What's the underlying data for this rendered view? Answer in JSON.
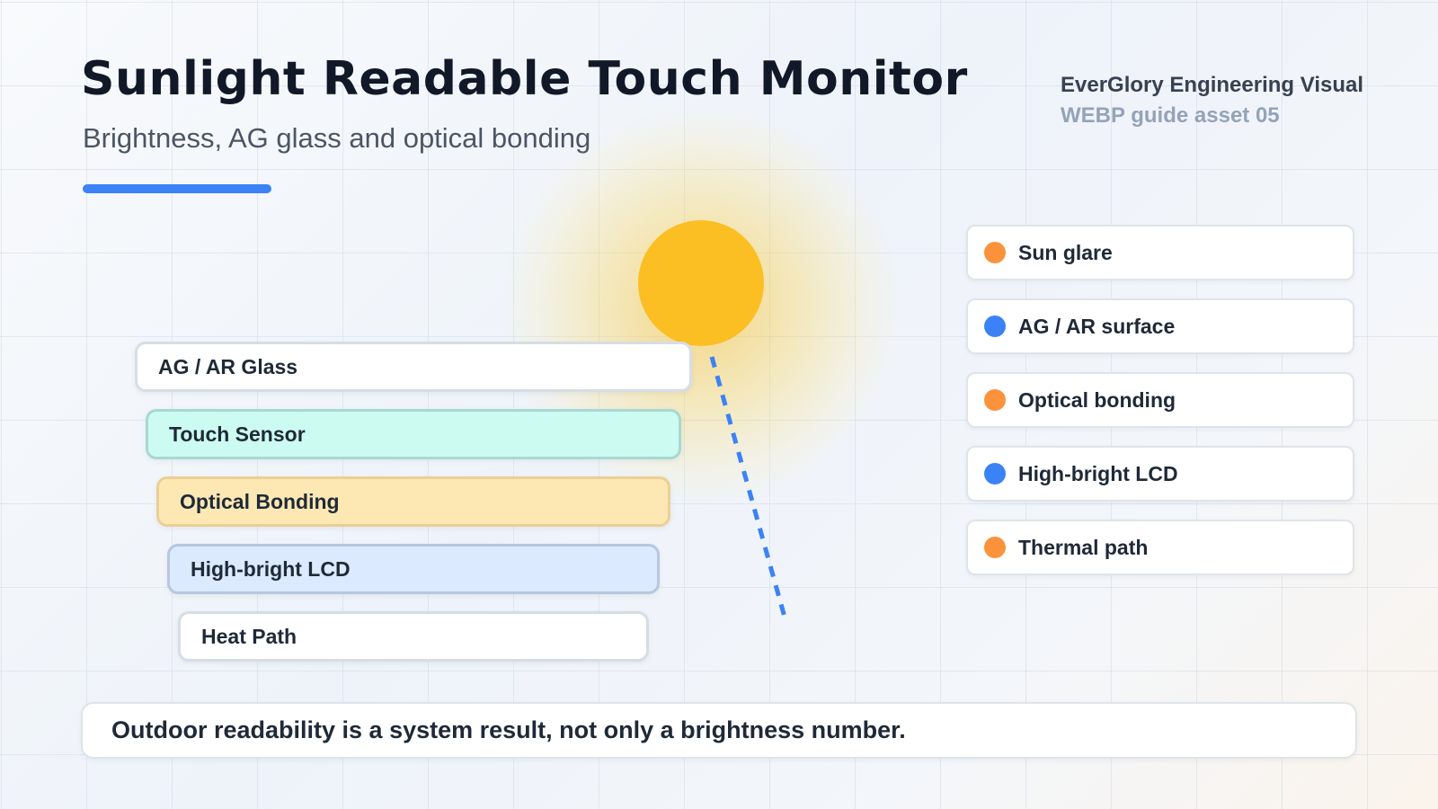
{
  "header": {
    "title": "Sunlight Readable Touch Monitor",
    "subtitle": "Brightness, AG glass and optical bonding"
  },
  "brand": {
    "line1": "EverGlory Engineering Visual",
    "line2": "WEBP guide asset 05"
  },
  "colors": {
    "accent": "#3b82f6",
    "sun": "#fbbf24",
    "orange_dot": "#fb923c",
    "blue_dot": "#3b82f6"
  },
  "layers": [
    {
      "label": "AG / AR Glass"
    },
    {
      "label": "Touch Sensor"
    },
    {
      "label": "Optical Bonding"
    },
    {
      "label": "High-bright LCD"
    },
    {
      "label": "Heat Path"
    }
  ],
  "legend": [
    {
      "label": "Sun glare",
      "color": "#fb923c"
    },
    {
      "label": "AG / AR surface",
      "color": "#3b82f6"
    },
    {
      "label": "Optical bonding",
      "color": "#fb923c"
    },
    {
      "label": "High-bright LCD",
      "color": "#3b82f6"
    },
    {
      "label": "Thermal path",
      "color": "#fb923c"
    }
  ],
  "footer": {
    "text": "Outdoor readability is a system result, not only a brightness number."
  }
}
